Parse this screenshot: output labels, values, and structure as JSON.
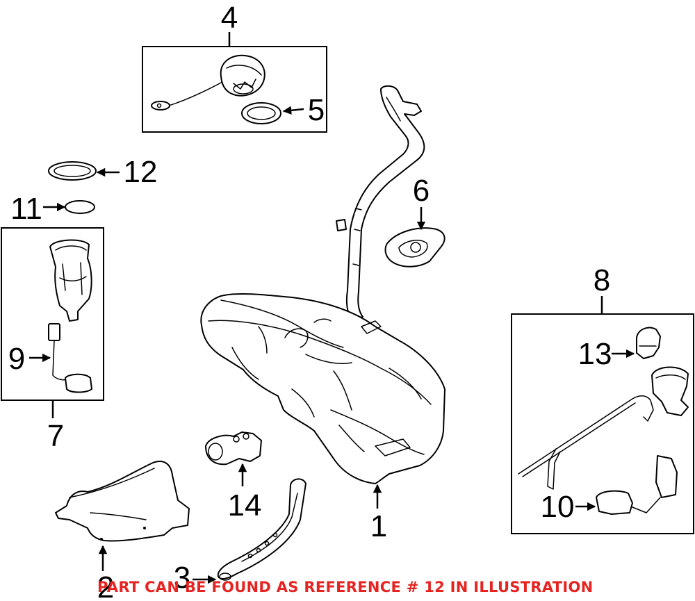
{
  "labels": {
    "p1": "1",
    "p2": "2",
    "p3": "3",
    "p4": "4",
    "p5": "5",
    "p6": "6",
    "p7": "7",
    "p8": "8",
    "p9": "9",
    "p10": "10",
    "p11": "11",
    "p12": "12",
    "p13": "13",
    "p14": "14"
  },
  "note": "PART CAN BE FOUND AS REFERENCE # 12 IN ILLUSTRATION",
  "colors": {
    "note": "#e52421",
    "line": "#000000",
    "background": "#ffffff"
  }
}
